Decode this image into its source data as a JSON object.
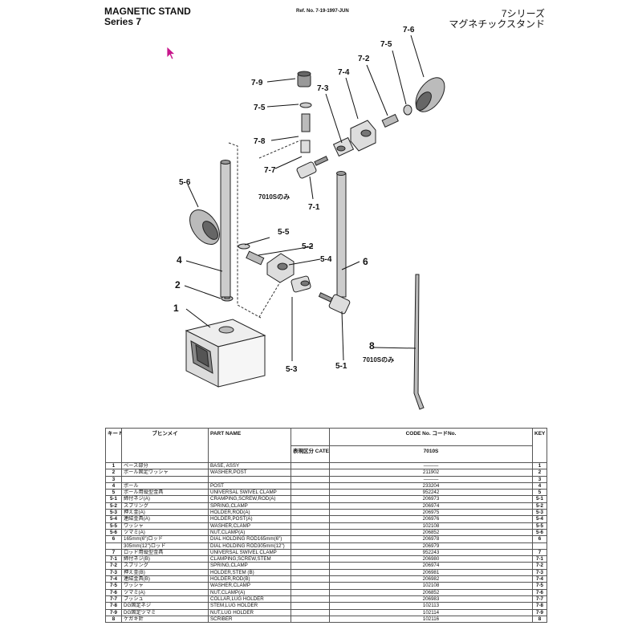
{
  "header": {
    "title": "MAGNETIC STAND",
    "series": "Series 7",
    "ref": "Ref. No. 7-19-1997-JUN",
    "jp_series": "7シリーズ",
    "jp_title": "マグネチックスタンド"
  },
  "callouts": {
    "c1": "1",
    "c2": "2",
    "c4": "4",
    "c6": "6",
    "c8": "8",
    "c5_1": "5-1",
    "c5_2": "5-2",
    "c5_3": "5-3",
    "c5_4": "5-4",
    "c5_5": "5-5",
    "c5_6": "5-6",
    "c7_1": "7-1",
    "c7_2": "7-2",
    "c7_3": "7-3",
    "c7_4": "7-4",
    "c7_5": "7-5",
    "c7_6": "7-6",
    "c7_7": "7-7",
    "c7_8": "7-8",
    "c7_9": "7-9",
    "note_a": "7010Sのみ",
    "note_b": "7010Sのみ"
  },
  "table": {
    "headers": {
      "key_jp": "キー No.",
      "name_jp": "ブヒンメイ",
      "part_name": "PART NAME",
      "category": "表現区分 CATEGORY",
      "code": "CODE No. コードNo.",
      "code_sub": "7010S",
      "key_no": "KEY No."
    },
    "rows": [
      {
        "key": "1",
        "jp": "ベース部分",
        "name": "BASE, ASSY",
        "code": "———",
        "key2": "1"
      },
      {
        "key": "2",
        "jp": "ポール固定ワッシャ",
        "name": "WASHER,POST",
        "code": "211902",
        "key2": "2"
      },
      {
        "key": "3",
        "jp": "",
        "name": "",
        "code": "———",
        "key2": "3"
      },
      {
        "key": "4",
        "jp": "ポール",
        "name": "POST",
        "code": "233204",
        "key2": "4"
      },
      {
        "key": "5",
        "jp": "ポール用縦型金具",
        "name": "UNIVERSAL SWIVEL CLAMP",
        "code": "952242",
        "key2": "5"
      },
      {
        "key": "5-1",
        "jp": "締付ネジ(A)",
        "name": "CRAMPING,SCREW,ROD(A)",
        "code": "206973",
        "key2": "5-1"
      },
      {
        "key": "5-2",
        "jp": "スプリング",
        "name": "SPRING,CLAMP",
        "code": "206974",
        "key2": "5-2"
      },
      {
        "key": "5-3",
        "jp": "押え金(A)",
        "name": "HOLDER,ROD(A)",
        "code": "206975",
        "key2": "5-3"
      },
      {
        "key": "5-4",
        "jp": "連結金具(A)",
        "name": "HOLDER,POST(A)",
        "code": "206976",
        "key2": "5-4"
      },
      {
        "key": "5-5",
        "jp": "ワッシャ",
        "name": "WASHER,CLAMP",
        "code": "102108",
        "key2": "5-5"
      },
      {
        "key": "5-6",
        "jp": "ツマミ(A)",
        "name": "NUT,CLAMP(A)",
        "code": "206852",
        "key2": "5-6"
      },
      {
        "key": "6",
        "jp": "165mm(6\")ロッド",
        "name": "DIAL HOLDING ROD165mm(6\")",
        "code": "206978",
        "key2": "6"
      },
      {
        "key": "",
        "jp": "305mm(12\")ロッド",
        "name": "DIAL HOLDING ROD305mm(12\")",
        "code": "206979",
        "key2": ""
      },
      {
        "key": "7",
        "jp": "ロッド用縦型金具",
        "name": "UNIVERSAL SWIVEL CLAMP",
        "code": "952243",
        "key2": "7"
      },
      {
        "key": "7-1",
        "jp": "締付ネジ(B)",
        "name": "CLAMPING,SCREW,STEM",
        "code": "206980",
        "key2": "7-1"
      },
      {
        "key": "7-2",
        "jp": "スプリング",
        "name": "SPRING,CLAMP",
        "code": "206974",
        "key2": "7-2"
      },
      {
        "key": "7-3",
        "jp": "押え金(B)",
        "name": "HOLDER,STEM (B)",
        "code": "206981",
        "key2": "7-3"
      },
      {
        "key": "7-4",
        "jp": "連結金具(B)",
        "name": "HOLDER,ROD(B)",
        "code": "206982",
        "key2": "7-4"
      },
      {
        "key": "7-5",
        "jp": "ワッシャ",
        "name": "WASHER,CLAMP",
        "code": "102108",
        "key2": "7-5"
      },
      {
        "key": "7-6",
        "jp": "ツマミ(A)",
        "name": "NUT,CLAMP(A)",
        "code": "206852",
        "key2": "7-6"
      },
      {
        "key": "7-7",
        "jp": "ブッシュ",
        "name": "COLLAR,LUG HOLDER",
        "code": "206983",
        "key2": "7-7"
      },
      {
        "key": "7-8",
        "jp": "DG固定ネジ",
        "name": "STEM,LUG HOLDER",
        "code": "102113",
        "key2": "7-8"
      },
      {
        "key": "7-9",
        "jp": "DG固定ツマミ",
        "name": "NUT,LUG HOLDER",
        "code": "102114",
        "key2": "7-9"
      },
      {
        "key": "8",
        "jp": "ケガキ針",
        "name": "SCRIBER",
        "code": "102116",
        "key2": "8"
      }
    ]
  }
}
